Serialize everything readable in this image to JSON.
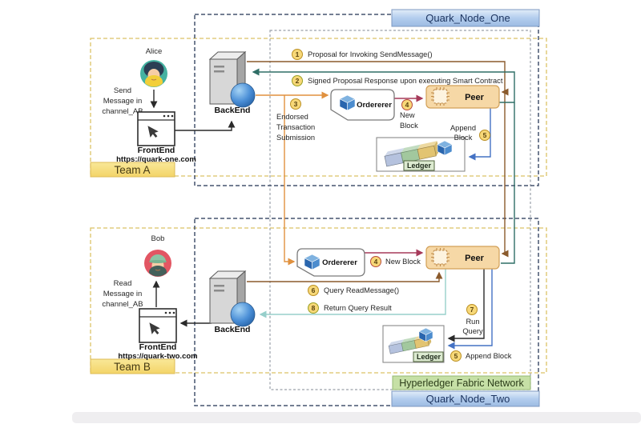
{
  "labels": {
    "node_one": "Quark_Node_One",
    "node_two": "Quark_Node_Two",
    "network": "Hyperledger Fabric Network"
  },
  "team_a": {
    "label": "Team A",
    "user": "Alice",
    "message_lines": [
      "Send",
      "Message in",
      "channel_AB"
    ],
    "frontend": "FrontEnd",
    "frontend_url": "https://quark-one.com",
    "backend": "BackEnd"
  },
  "team_b": {
    "label": "Team B",
    "user": "Bob",
    "message_lines": [
      "Read",
      "Message in",
      "channel_AB"
    ],
    "frontend": "FrontEnd",
    "frontend_url": "https://quark-two.com",
    "backend": "BackEnd"
  },
  "fabric": {
    "orderer": "Ordererer",
    "peer": "Peer",
    "ledger": "Ledger"
  },
  "steps": {
    "1": {
      "num": "1",
      "label": "Proposal for Invoking SendMessage()"
    },
    "2": {
      "num": "2",
      "label": "Signed Proposal Response upon executing Smart Contract"
    },
    "3": {
      "num": "3",
      "lines": [
        "Endorsed",
        "Transaction",
        "Submission"
      ]
    },
    "4": {
      "num": "4",
      "line1": "New",
      "line2": "Block",
      "label": "New Block"
    },
    "5": {
      "num": "5",
      "line1": "Append",
      "line2": "Block",
      "label": "Append Block"
    },
    "6": {
      "num": "6",
      "label": "Query ReadMessage()"
    },
    "7": {
      "num": "7",
      "line1": "Run",
      "line2": "Query"
    },
    "8": {
      "num": "8",
      "label": "Return Query Result"
    }
  },
  "colors": {
    "node_label_bg": "#b3cdee",
    "team_label_bg": "#f6db7a",
    "network_label_bg": "#c6e0a6",
    "peer_bg": "#f6d8a6",
    "step_badge_bg": "#f7d878",
    "line_proposal": "#8a5a2c",
    "line_response": "#2f6e66",
    "line_endorse": "#e0913f",
    "line_new_block": "#a63a5a",
    "line_append_block": "#4472c4",
    "line_query": "#8a5a2c",
    "line_run_query": "#2a2a2a",
    "line_return_result": "#97cfcb",
    "dashed_team": "#dcc266",
    "dashed_node": "#45536e",
    "dashed_network": "#9aa1a9"
  }
}
